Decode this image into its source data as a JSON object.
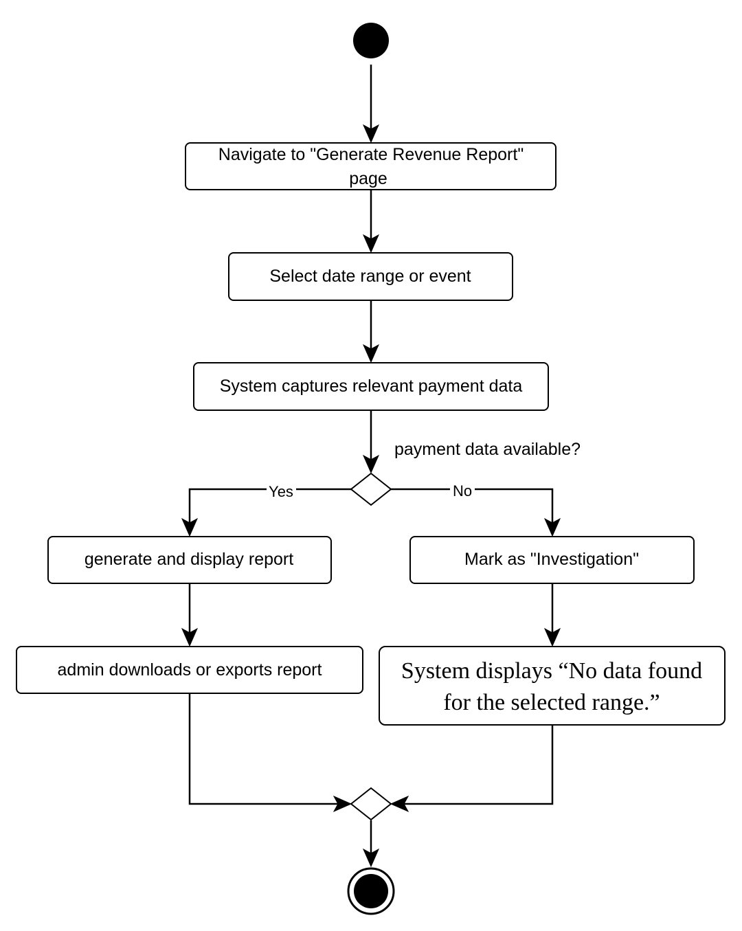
{
  "diagram": {
    "type": "uml-activity",
    "colors": {
      "stroke": "#000000",
      "fill": "#ffffff"
    },
    "start_node": "initial",
    "end_node": "final",
    "actions": {
      "navigate": {
        "lines": [
          "Navigate to \"Generate Revenue Report\"",
          "page"
        ]
      },
      "select": {
        "lines": [
          "Select date range or event"
        ]
      },
      "capture": {
        "lines": [
          "System captures relevant payment data"
        ]
      },
      "generate": {
        "lines": [
          "generate and display report"
        ]
      },
      "mark": {
        "lines": [
          "Mark as \"Investigation\""
        ]
      },
      "download": {
        "lines": [
          "admin downloads or exports report"
        ]
      },
      "no_data": {
        "lines": [
          "System displays “No data found",
          "for the selected range.”"
        ]
      }
    },
    "decision": {
      "condition": "payment data available?",
      "yes_label": "Yes",
      "no_label": "No"
    }
  }
}
